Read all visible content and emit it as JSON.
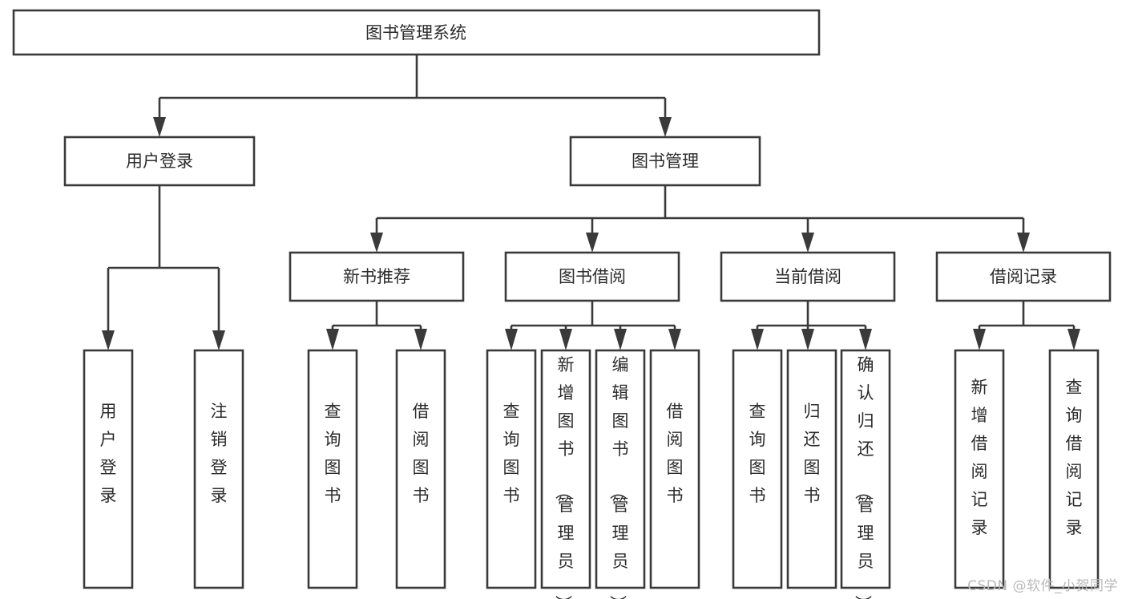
{
  "diagram": {
    "title": "图书管理系统",
    "type": "tree",
    "root": {
      "id": "root",
      "label": "图书管理系统",
      "level": 0
    },
    "level1": [
      {
        "id": "user-login",
        "label": "用户登录"
      },
      {
        "id": "book-manage",
        "label": "图书管理"
      }
    ],
    "level2": [
      {
        "id": "new-book-recommend",
        "label": "新书推荐",
        "parent": "book-manage"
      },
      {
        "id": "book-borrow",
        "label": "图书借阅",
        "parent": "book-manage"
      },
      {
        "id": "current-borrow",
        "label": "当前借阅",
        "parent": "book-manage"
      },
      {
        "id": "borrow-record",
        "label": "借阅记录",
        "parent": "book-manage"
      }
    ],
    "leaves": {
      "user-login": [
        {
          "id": "leaf-user-login",
          "label": "用户登录"
        },
        {
          "id": "leaf-user-logout",
          "label": "注销登录"
        }
      ],
      "new-book-recommend": [
        {
          "id": "leaf-query-book-1",
          "label": "查询图书"
        },
        {
          "id": "leaf-borrow-book-1",
          "label": "借阅图书"
        }
      ],
      "book-borrow": [
        {
          "id": "leaf-query-book-2",
          "label": "查询图书"
        },
        {
          "id": "leaf-add-book",
          "label": "新增图书（管理员）"
        },
        {
          "id": "leaf-edit-book",
          "label": "编辑图书（管理员）"
        },
        {
          "id": "leaf-borrow-book-2",
          "label": "借阅图书"
        }
      ],
      "current-borrow": [
        {
          "id": "leaf-query-book-3",
          "label": "查询图书"
        },
        {
          "id": "leaf-return-book",
          "label": "归还图书"
        },
        {
          "id": "leaf-confirm-return",
          "label": "确认归还（管理员）"
        }
      ],
      "borrow-record": [
        {
          "id": "leaf-add-record",
          "label": "新增借阅记录"
        },
        {
          "id": "leaf-query-record",
          "label": "查询借阅记录"
        }
      ]
    }
  },
  "watermark": {
    "text": "CSDN @软件_小贺同学"
  },
  "colors": {
    "stroke": "#3a3a3a",
    "box_fill": "#ffffff",
    "text": "#2b2b2b",
    "background": "#ffffff",
    "watermark": "#b9b9b9"
  }
}
